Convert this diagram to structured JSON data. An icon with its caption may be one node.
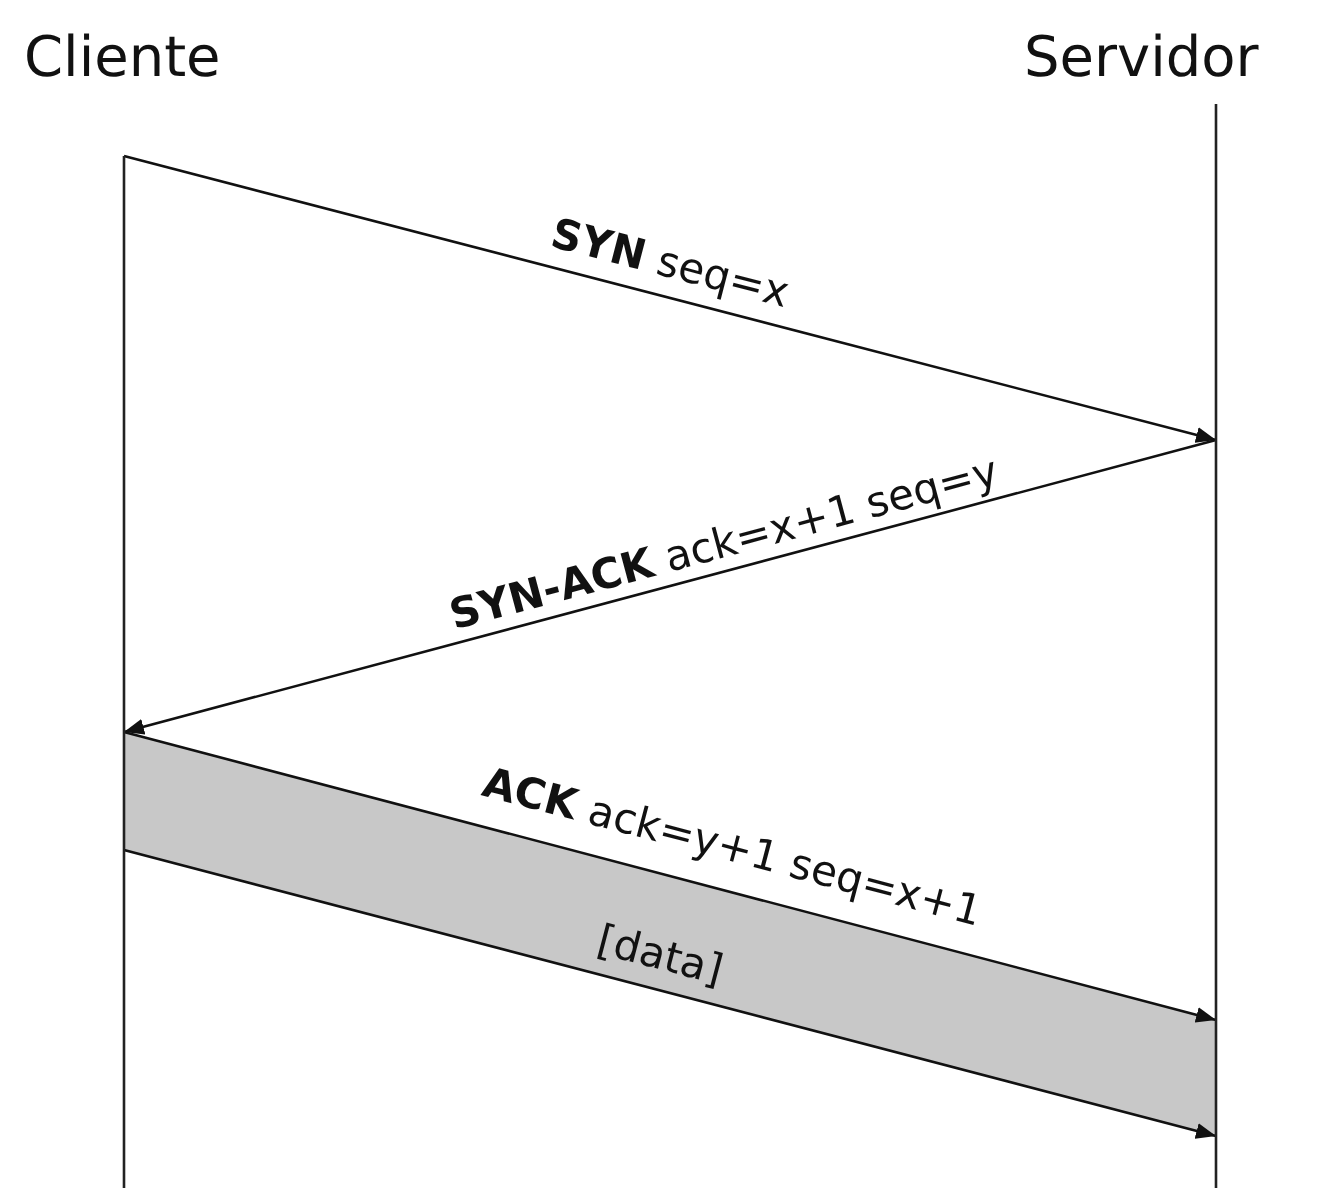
{
  "diagram": {
    "nodes": [
      {
        "text": [
          "Cliente"
        ]
      },
      {
        "text": [
          "Servidor"
        ]
      }
    ],
    "edges": [
      {
        "from": 0,
        "to": 1,
        "arrow": "to",
        "label": "**SYN** seq=x"
      },
      {
        "from": 1,
        "to": 0,
        "arrow": "to",
        "label": "**SYN-ACK** ack=x+1 seq=y"
      },
      {
        "from": 0,
        "to": 1,
        "arrow": "to",
        "label": "**ACK** ack=y+1 seq=x+1"
      },
      {
        "from": 0,
        "to": 1,
        "arrow": "to",
        "label": "[data]"
      }
    ]
  }
}
